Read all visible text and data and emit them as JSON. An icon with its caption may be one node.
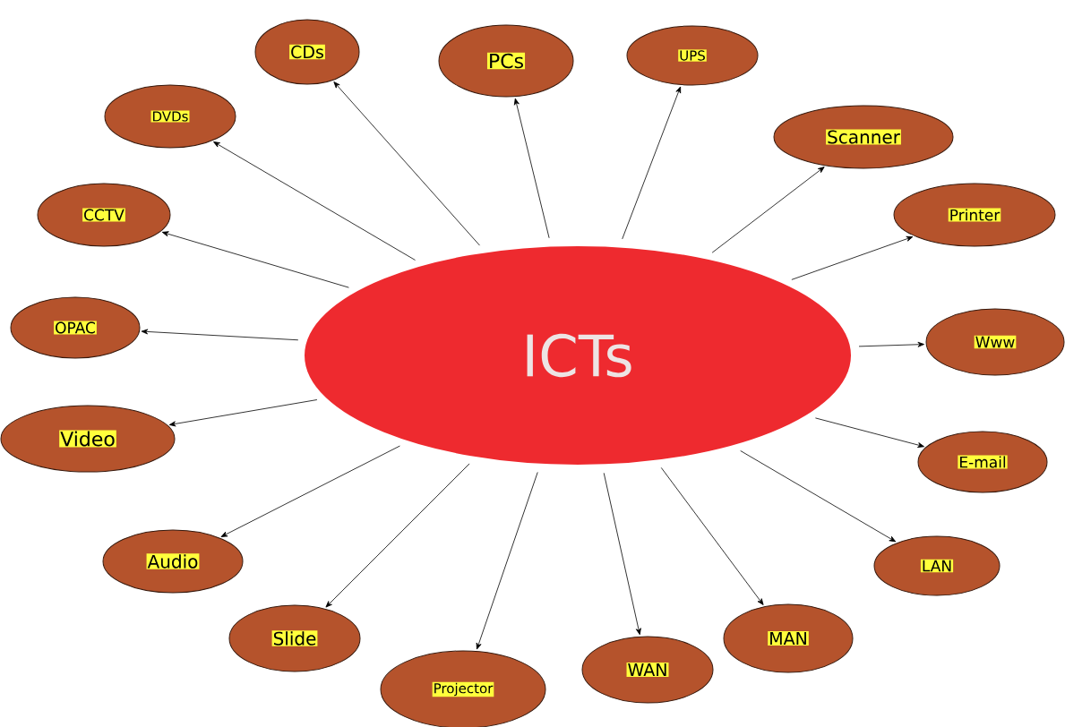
{
  "diagram": {
    "nodes": [
      {
        "text": [
          "ICTs"
        ]
      },
      {
        "text": [
          "DVDs"
        ]
      },
      {
        "text": [
          "CDs"
        ]
      },
      {
        "text": [
          "PCs"
        ]
      },
      {
        "text": [
          "UPS"
        ]
      },
      {
        "text": [
          "Scanner"
        ]
      },
      {
        "text": [
          "Printer"
        ]
      },
      {
        "text": [
          "Www"
        ]
      },
      {
        "text": [
          "E-mail"
        ]
      },
      {
        "text": [
          "LAN"
        ]
      },
      {
        "text": [
          "MAN"
        ]
      },
      {
        "text": [
          "WAN"
        ]
      },
      {
        "text": [
          "Projector"
        ]
      },
      {
        "text": [
          "Slide"
        ]
      },
      {
        "text": [
          "Audio"
        ]
      },
      {
        "text": [
          "Video"
        ]
      },
      {
        "text": [
          "OPAC"
        ]
      },
      {
        "text": [
          "CCTV"
        ]
      }
    ],
    "edges": [
      {
        "from": 0,
        "to": 1,
        "arrow": "to"
      },
      {
        "from": 0,
        "to": 2,
        "arrow": "to"
      },
      {
        "from": 0,
        "to": 3,
        "arrow": "to"
      },
      {
        "from": 0,
        "to": 4,
        "arrow": "to"
      },
      {
        "from": 0,
        "to": 5,
        "arrow": "to"
      },
      {
        "from": 0,
        "to": 6,
        "arrow": "to"
      },
      {
        "from": 0,
        "to": 7,
        "arrow": "to"
      },
      {
        "from": 0,
        "to": 8,
        "arrow": "to"
      },
      {
        "from": 0,
        "to": 9,
        "arrow": "to"
      },
      {
        "from": 0,
        "to": 10,
        "arrow": "to"
      },
      {
        "from": 0,
        "to": 11,
        "arrow": "to"
      },
      {
        "from": 0,
        "to": 12,
        "arrow": "to"
      },
      {
        "from": 0,
        "to": 13,
        "arrow": "to"
      },
      {
        "from": 0,
        "to": 14,
        "arrow": "to"
      },
      {
        "from": 0,
        "to": 15,
        "arrow": "to"
      },
      {
        "from": 0,
        "to": 16,
        "arrow": "to"
      },
      {
        "from": 0,
        "to": 17,
        "arrow": "to"
      }
    ]
  }
}
